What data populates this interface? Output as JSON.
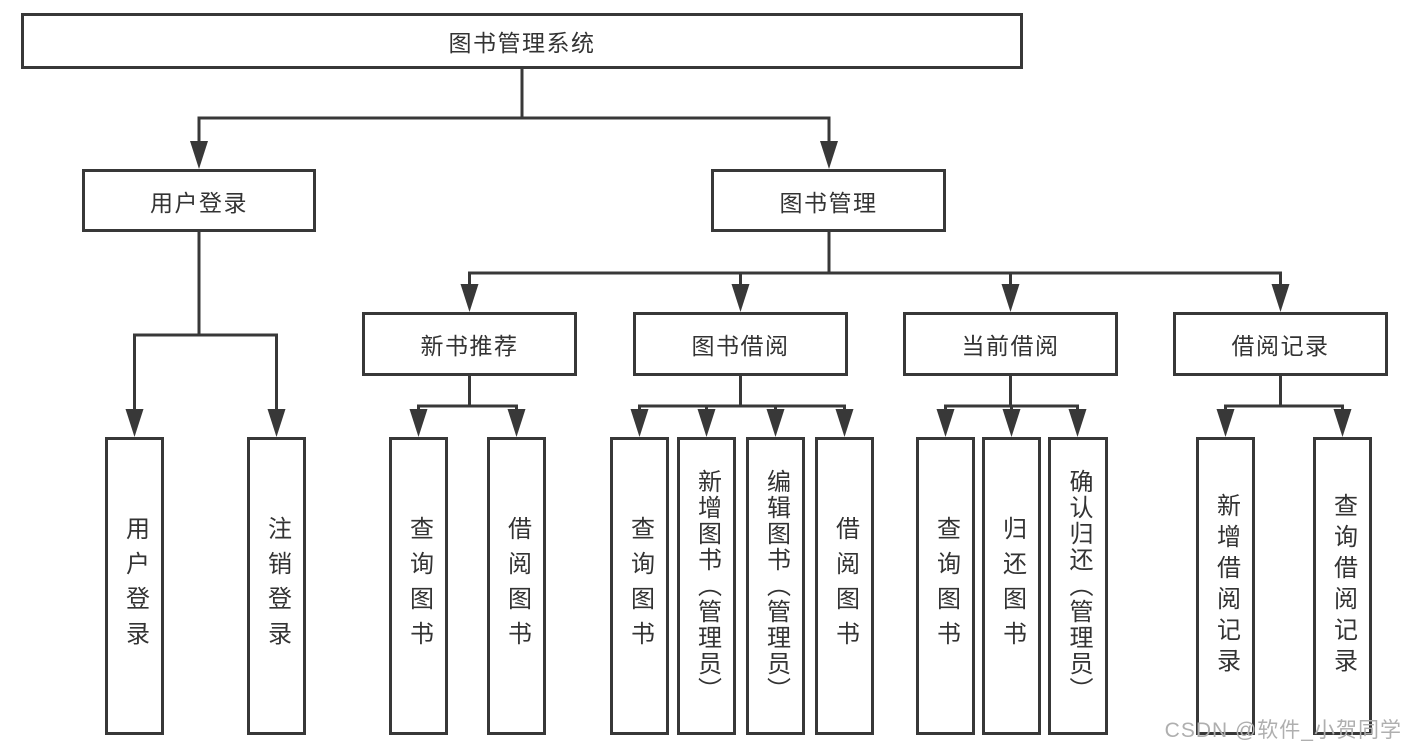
{
  "root": {
    "label": "图书管理系统"
  },
  "level2": [
    {
      "label": "用户登录"
    },
    {
      "label": "图书管理"
    }
  ],
  "level3": [
    {
      "parent": "图书管理",
      "label": "新书推荐"
    },
    {
      "parent": "图书管理",
      "label": "图书借阅"
    },
    {
      "parent": "图书管理",
      "label": "当前借阅"
    },
    {
      "parent": "图书管理",
      "label": "借阅记录"
    }
  ],
  "leaf_groups": [
    {
      "parent": "用户登录",
      "items": [
        {
          "label": "用户登录"
        },
        {
          "label": "注销登录"
        }
      ]
    },
    {
      "parent": "新书推荐",
      "items": [
        {
          "label": "查询图书"
        },
        {
          "label": "借阅图书"
        }
      ]
    },
    {
      "parent": "图书借阅",
      "items": [
        {
          "label": "查询图书"
        },
        {
          "label": "新增图书（管理员）"
        },
        {
          "label": "编辑图书（管理员）"
        },
        {
          "label": "借阅图书"
        }
      ]
    },
    {
      "parent": "当前借阅",
      "items": [
        {
          "label": "查询图书"
        },
        {
          "label": "归还图书"
        },
        {
          "label": "确认归还（管理员）"
        }
      ]
    },
    {
      "parent": "借阅记录",
      "items": [
        {
          "label": "新增借阅记录"
        },
        {
          "label": "查询借阅记录"
        }
      ]
    }
  ],
  "watermark": {
    "text": "CSDN @软件_小贺同学"
  },
  "colors": {
    "line": "#383838",
    "text": "#333333",
    "watermark": "#afafaf",
    "background": "#ffffff"
  }
}
